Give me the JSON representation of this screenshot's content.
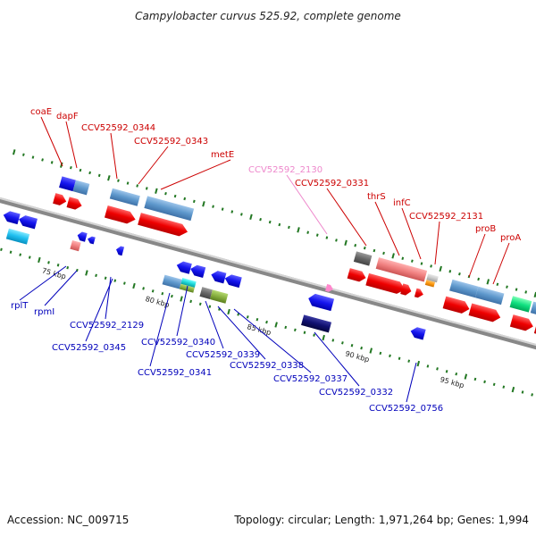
{
  "title": "Campylobacter curvus 525.92, complete genome",
  "footer": {
    "accession": "Accession: NC_009715",
    "summary": "Topology: circular; Length: 1,971,264 bp; Genes: 1,994"
  },
  "colors": {
    "forward_label": "#cc0000",
    "reverse_label": "#0000bb",
    "highlight_label": "#ee88cc",
    "backbone": "#888888",
    "tick": "#227722"
  },
  "scale_labels": [
    "75 kbp",
    "80 kbp",
    "85 kbp",
    "90 kbp",
    "95 kbp"
  ],
  "upper_labels": [
    {
      "text": "coaE",
      "color": "forward"
    },
    {
      "text": "dapF",
      "color": "forward"
    },
    {
      "text": "CCV52592_0344",
      "color": "forward"
    },
    {
      "text": "CCV52592_0343",
      "color": "forward"
    },
    {
      "text": "metE",
      "color": "forward"
    },
    {
      "text": "CCV52592_2130",
      "color": "highlight"
    },
    {
      "text": "CCV52592_0331",
      "color": "forward"
    },
    {
      "text": "thrS",
      "color": "forward"
    },
    {
      "text": "infC",
      "color": "forward"
    },
    {
      "text": "CCV52592_2131",
      "color": "forward"
    },
    {
      "text": "proB",
      "color": "forward"
    },
    {
      "text": "proA",
      "color": "forward"
    }
  ],
  "lower_labels": [
    {
      "text": "rplT"
    },
    {
      "text": "rpmI"
    },
    {
      "text": "CCV52592_2129"
    },
    {
      "text": "CCV52592_0345"
    },
    {
      "text": "CCV52592_0340"
    },
    {
      "text": "CCV52592_0339"
    },
    {
      "text": "CCV52592_0338"
    },
    {
      "text": "CCV52592_0341"
    },
    {
      "text": "CCV52592_0337"
    },
    {
      "text": "CCV52592_0332"
    },
    {
      "text": "CCV52592_0756"
    }
  ]
}
